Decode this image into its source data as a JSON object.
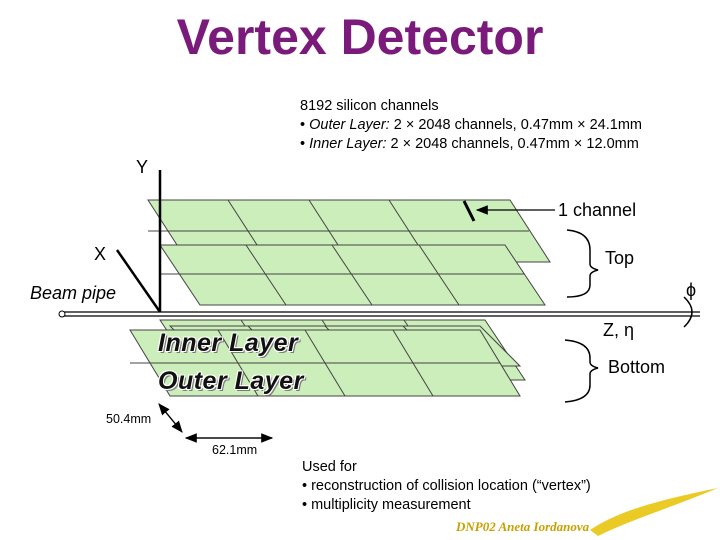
{
  "title": "Vertex Detector",
  "specs": {
    "line1": "8192  silicon channels",
    "outer_prefix": "• ",
    "outer_label": "Outer Layer:",
    "outer_text": " 2 × 2048 channels, 0.47mm × 24.1mm",
    "inner_prefix": "• ",
    "inner_label": "Inner Layer:",
    "inner_text": " 2 × 2048 channels, 0.47mm × 12.0mm"
  },
  "axes": {
    "y": "Y",
    "x": "X",
    "z": "Z, η",
    "phi": "ϕ"
  },
  "labels": {
    "one_channel": "1 channel",
    "top": "Top",
    "bottom": "Bottom",
    "beam_pipe": "Beam pipe",
    "inner_layer": "Inner Layer",
    "outer_layer": "Outer Layer",
    "dim_504": "50.4mm",
    "dim_621": "62.1mm"
  },
  "used_for": {
    "heading": "Used for",
    "item1": "• reconstruction of collision location (“vertex”)",
    "item2": "• multiplicity measurement"
  },
  "footer": "DNP02   Aneta Iordanova",
  "colors": {
    "title": "#7a1a7a",
    "sensor_fill": "#cceebb",
    "footer": "#c9a000"
  }
}
